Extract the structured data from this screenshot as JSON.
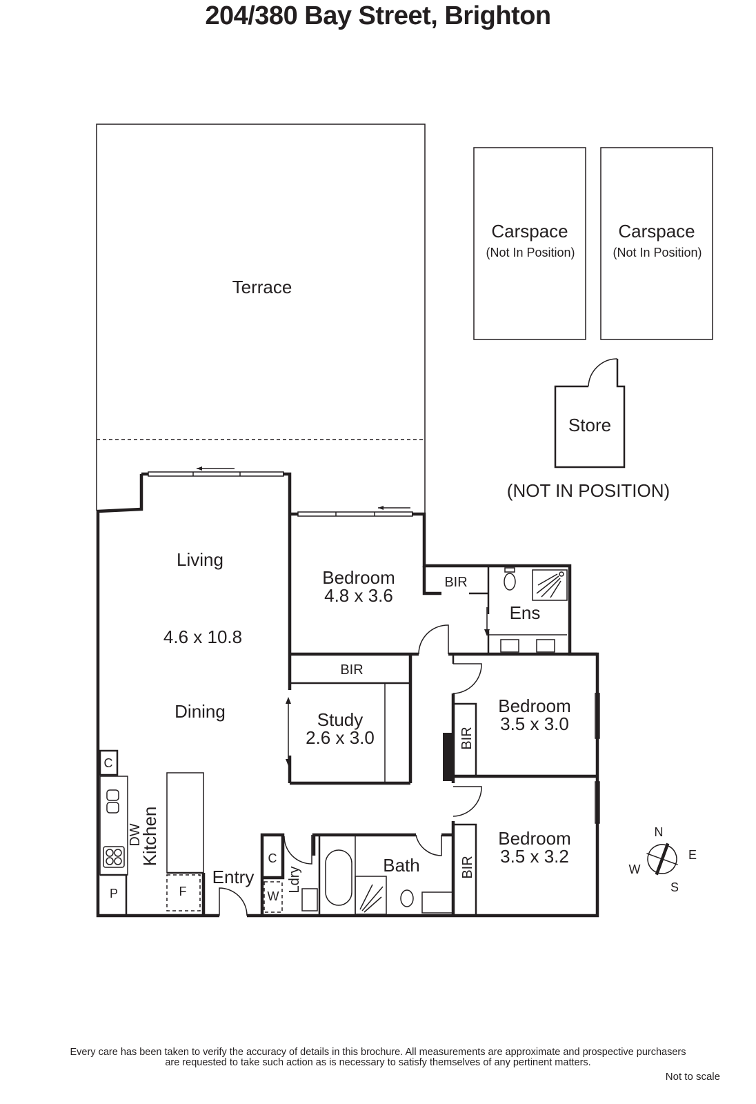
{
  "title": "204/380 Bay Street, Brighton",
  "rooms": {
    "terrace": "Terrace",
    "carspace1": {
      "name": "Carspace",
      "note": "(Not In Position)"
    },
    "carspace2": {
      "name": "Carspace",
      "note": "(Not In Position)"
    },
    "store": "Store",
    "store_note": "(NOT IN POSITION)",
    "living": "Living",
    "living_dims": "4.6 x 10.8",
    "dining": "Dining",
    "bedroom1": {
      "name": "Bedroom",
      "dims": "4.8 x 3.6"
    },
    "bir_ens": "BIR",
    "ens": "Ens",
    "bir_bed1": "BIR",
    "study": {
      "name": "Study",
      "dims": "2.6 x 3.0"
    },
    "bedroom2": {
      "name": "Bedroom",
      "dims": "3.5 x 3.0"
    },
    "bir_bed2": "BIR",
    "bedroom3": {
      "name": "Bedroom",
      "dims": "3.5 x 3.2"
    },
    "bir_bed3": "BIR",
    "kitchen": "Kitchen",
    "dw": "DW",
    "c_kitchen": "C",
    "p": "P",
    "f": "F",
    "entry": "Entry",
    "c_ldry": "C",
    "w": "W",
    "ldry": "Ldry",
    "bath": "Bath"
  },
  "compass": {
    "n": "N",
    "e": "E",
    "s": "S",
    "w": "W"
  },
  "footer": {
    "disclaimer_line1": "Every care has been taken to verify the accuracy of details in this brochure.  All measurements are approximate and prospective purchasers",
    "disclaimer_line2": "are requested to take such action as is necessary to satisfy themselves of any pertinent matters.",
    "not_to_scale": "Not to scale"
  }
}
